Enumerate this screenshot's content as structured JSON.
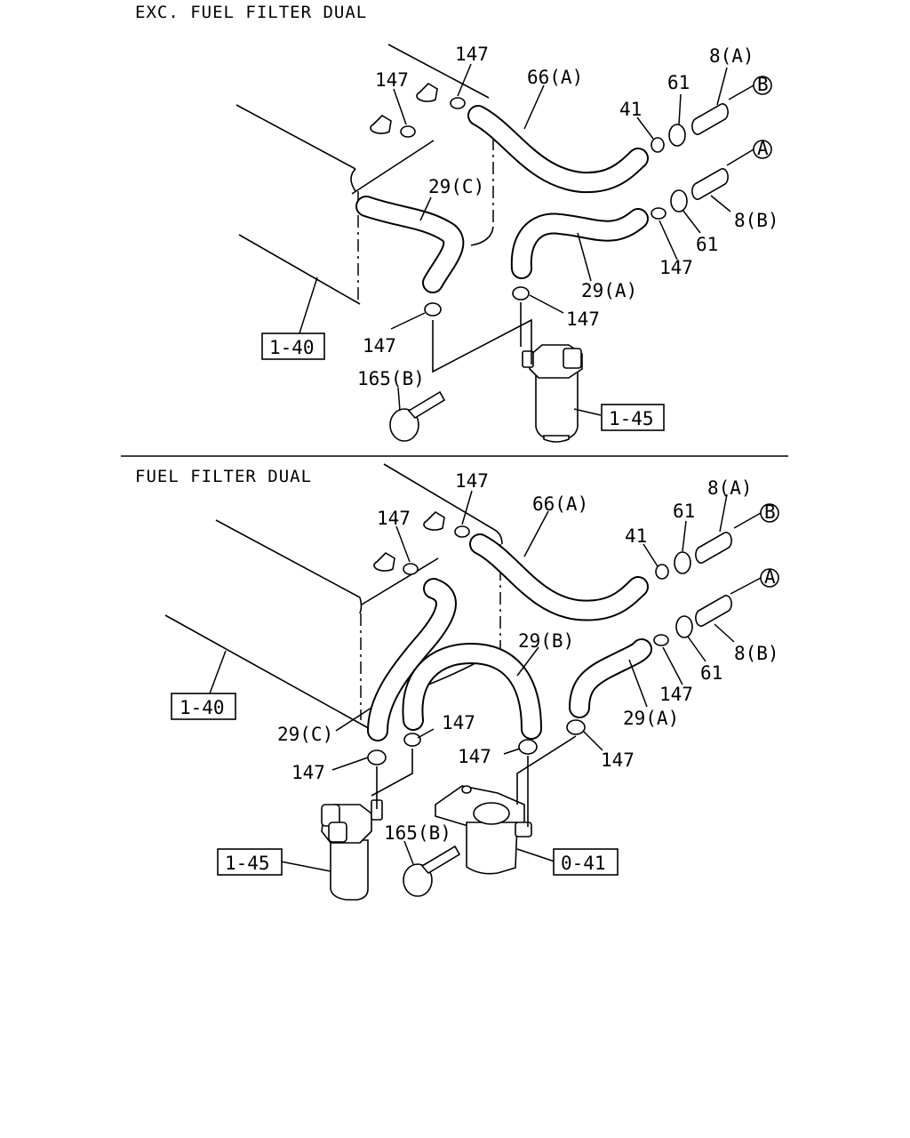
{
  "sections": [
    {
      "title": "EXC. FUEL FILTER DUAL",
      "callouts": {
        "c147a": "147",
        "c147b": "147",
        "c147c": "147",
        "c147d": "147",
        "c147e": "147",
        "c66a": "66(A)",
        "c41": "41",
        "c61a": "61",
        "c61b": "61",
        "c8a": "8(A)",
        "c8b": "8(B)",
        "c29c": "29(C)",
        "c29a": "29(A)",
        "c165b": "165(B)",
        "refB": "B",
        "refA": "A"
      },
      "refs": {
        "r140": "1-40",
        "r145": "1-45"
      }
    },
    {
      "title": "FUEL FILTER DUAL",
      "callouts": {
        "c147a": "147",
        "c147b": "147",
        "c147c": "147",
        "c147d": "147",
        "c147e": "147",
        "c147f": "147",
        "c147g": "147",
        "c66a": "66(A)",
        "c41": "41",
        "c61a": "61",
        "c61b": "61",
        "c8a": "8(A)",
        "c8b": "8(B)",
        "c29b": "29(B)",
        "c29c": "29(C)",
        "c29a": "29(A)",
        "c165b": "165(B)",
        "refB": "B",
        "refA": "A"
      },
      "refs": {
        "r140": "1-40",
        "r145": "1-45",
        "r041": "0-41"
      }
    }
  ]
}
